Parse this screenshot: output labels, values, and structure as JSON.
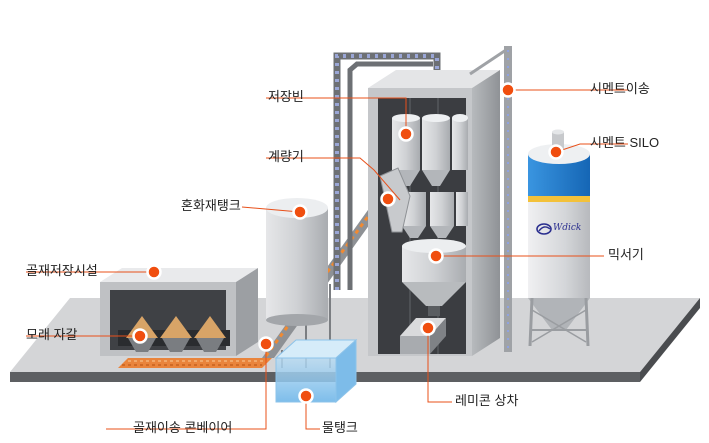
{
  "labels": {
    "storage_bin": "저장빈",
    "weigher": "계량기",
    "admix_tank": "혼화재탱크",
    "aggregate_storage": "골재저장시설",
    "sand_gravel": "모래 자갈",
    "aggregate_conveyor": "골재이송 콘베이어",
    "water_tank": "물탱크",
    "remicon_loading": "레미콘 상차",
    "mixer": "믹서기",
    "cement_silo": "시멘트 SILO",
    "cement_transfer": "시멘트이송"
  },
  "silo_logo": "Wdick",
  "colors": {
    "marker": "#f04e0f",
    "leader": "#e8501a",
    "steel": "#c9cbce",
    "silo_blue": "#1f7fd0",
    "silo_yellow": "#f3c13a"
  }
}
